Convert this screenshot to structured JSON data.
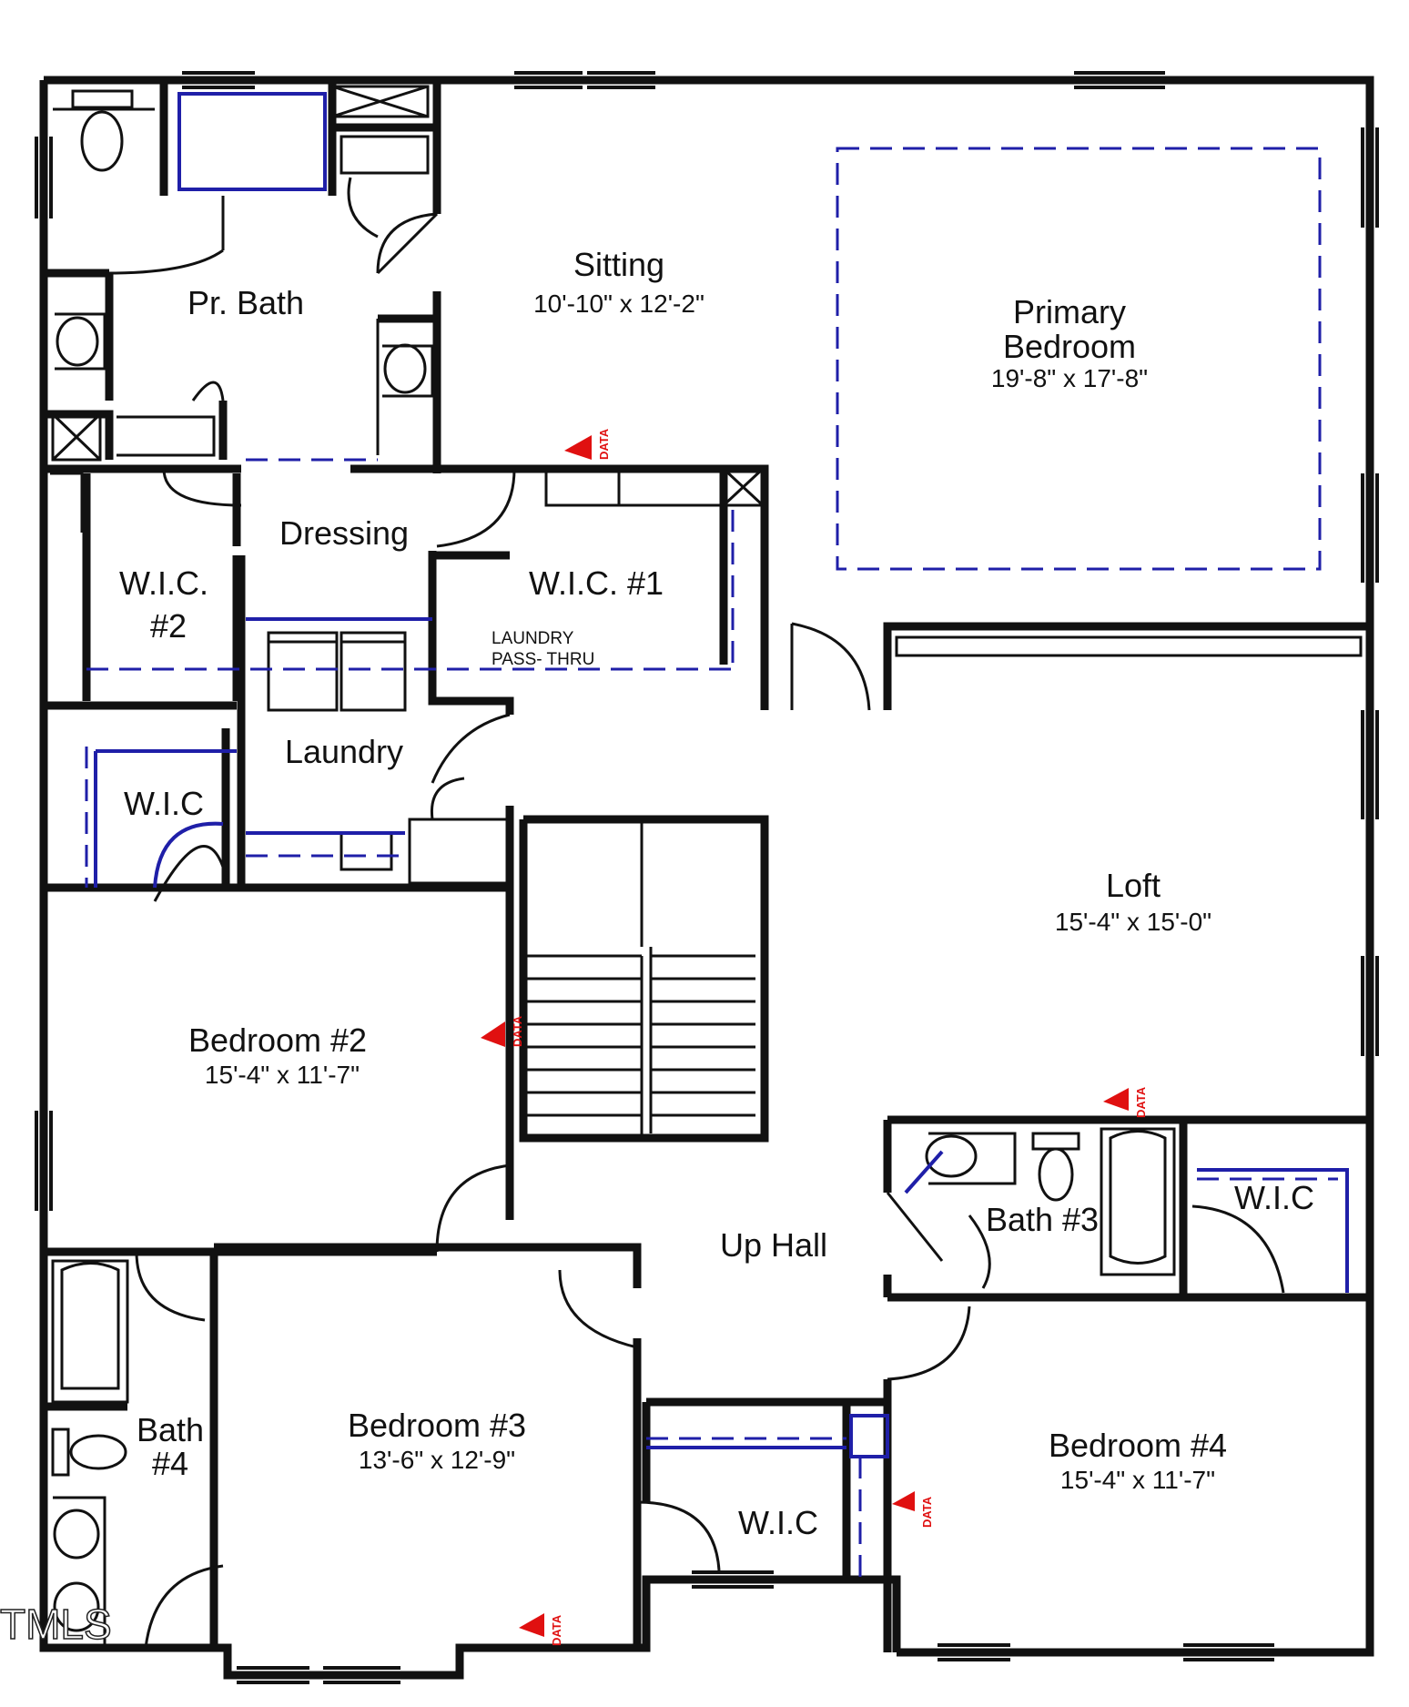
{
  "colors": {
    "wall": "#111111",
    "fixture": "#1f1fa8",
    "marker": "#e01010",
    "background": "#ffffff"
  },
  "rooms": {
    "pr_bath": {
      "name": "Pr. Bath"
    },
    "sitting": {
      "name": "Sitting",
      "dims": "10'-10\" x 12'-2\""
    },
    "primary": {
      "name_line1": "Primary",
      "name_line2": "Bedroom",
      "dims": "19'-8\" x 17'-8\""
    },
    "dressing": {
      "name": "Dressing"
    },
    "wic2": {
      "name_line1": "W.I.C.",
      "name_line2": "#2"
    },
    "wic1": {
      "name": "W.I.C. #1"
    },
    "laundry": {
      "name": "Laundry",
      "note_line1": "LAUNDRY",
      "note_line2": "PASS- THRU"
    },
    "wic_left": {
      "name": "W.I.C"
    },
    "loft": {
      "name": "Loft",
      "dims": "15'-4\" x 15'-0\""
    },
    "bedroom2": {
      "name": "Bedroom #2",
      "dims": "15'-4\" x 11'-7\""
    },
    "bath3": {
      "name": "Bath #3"
    },
    "wic_bath3": {
      "name": "W.I.C"
    },
    "up_hall": {
      "name": "Up Hall"
    },
    "bath4": {
      "name_line1": "Bath",
      "name_line2": "#4"
    },
    "bedroom3": {
      "name": "Bedroom #3",
      "dims": "13'-6\" x 12'-9\""
    },
    "wic_bottom": {
      "name": "W.I.C"
    },
    "bedroom4": {
      "name": "Bedroom #4",
      "dims": "15'-4\" x 11'-7\""
    }
  },
  "data_marker_label": "DATA",
  "watermark": "TMLS"
}
